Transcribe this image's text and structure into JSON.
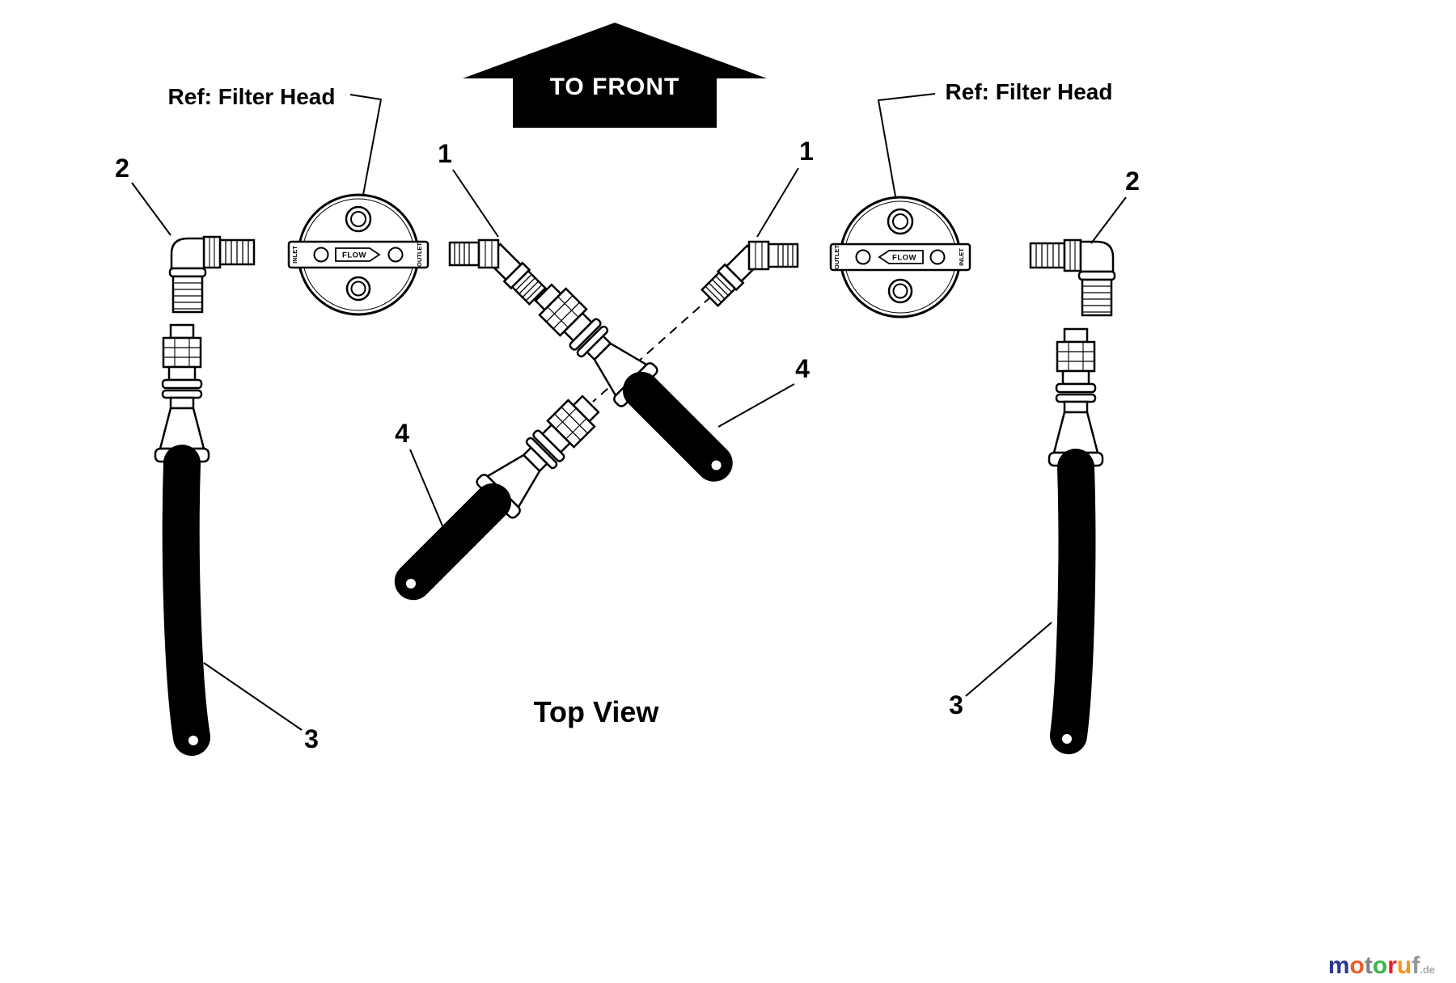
{
  "page": {
    "background": "#ffffff"
  },
  "arrow": {
    "label": "TO FRONT"
  },
  "labels": {
    "ref_filter_head_left": "Ref: Filter Head",
    "ref_filter_head_right": "Ref: Filter Head",
    "view_title": "Top View"
  },
  "filter_head": {
    "inlet": "INLET",
    "outlet": "OUTLET",
    "flow": "FLOW"
  },
  "callouts": {
    "left_elbow": "2",
    "left_45": "1",
    "right_45": "1",
    "right_elbow": "2",
    "hose_diag_right": "4",
    "hose_diag_left": "4",
    "hose_left": "3",
    "hose_right": "3"
  },
  "watermark": {
    "letters": [
      {
        "ch": "m",
        "style": "color:#2b3990"
      },
      {
        "ch": "o",
        "style": "color:#f15a24"
      },
      {
        "ch": "t",
        "style": "color:#808285"
      },
      {
        "ch": "o",
        "style": "color:#39b54a"
      },
      {
        "ch": "r",
        "style": "color:#ed1c24"
      },
      {
        "ch": "u",
        "style": "color:#f7941d"
      },
      {
        "ch": "f",
        "style": "color:#939598"
      }
    ],
    "suffix": ".de",
    "suffix_style": "color:#a7a9ac"
  }
}
